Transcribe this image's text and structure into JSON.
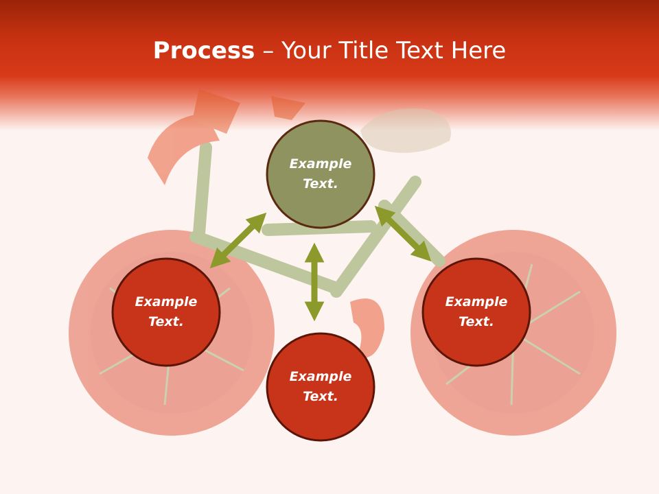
{
  "title": {
    "bold": "Process",
    "separator": " – ",
    "rest": "Your Title Text Here"
  },
  "nodes": {
    "top": {
      "line1": "Example",
      "line2": "Text."
    },
    "left": {
      "line1": "Example",
      "line2": "Text."
    },
    "right": {
      "line1": "Example",
      "line2": "Text."
    },
    "bottom": {
      "line1": "Example",
      "line2": "Text."
    }
  },
  "colors": {
    "header": "#c73112",
    "node_top": "#8e9360",
    "node_other": "#c8341a",
    "node_border": "#5a1508",
    "arrow": "#8c9a2c"
  },
  "icons": {
    "background": "vegetable-bicycle-image",
    "connectors": "double-headed-arrows"
  }
}
